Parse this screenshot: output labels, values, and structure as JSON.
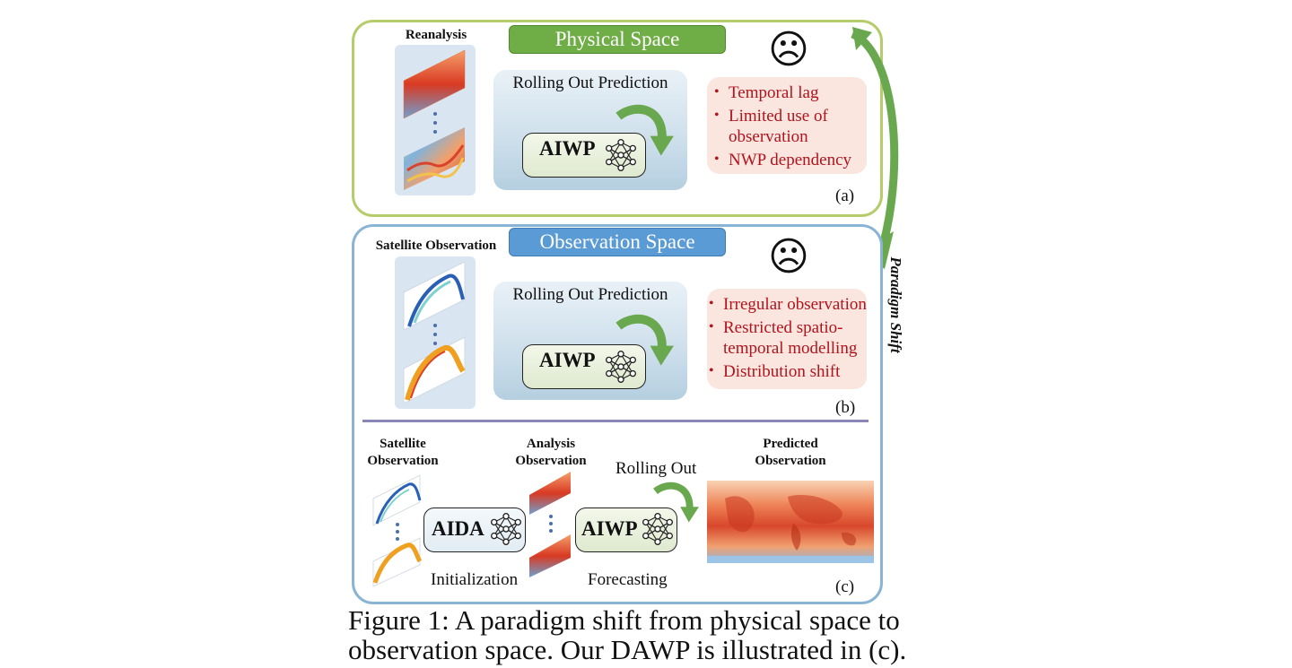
{
  "panel_a": {
    "header": "Physical Space",
    "source_label": "Reanalysis",
    "process_title": "Rolling Out Prediction",
    "model": "AIWP",
    "issues": [
      "Temporal lag",
      "Limited use of observation",
      "NWP dependency"
    ],
    "tag": "(a)"
  },
  "panel_b": {
    "header": "Observation Space",
    "source_label": "Satellite Observation",
    "process_title": "Rolling Out Prediction",
    "model": "AIWP",
    "issues": [
      "Irregular observation",
      "Restricted spatio-temporal modelling",
      "Distribution shift"
    ],
    "tag": "(b)"
  },
  "panel_c": {
    "input_label_1": "Satellite",
    "input_label_2": "Observation",
    "assim_model": "AIDA",
    "assim_step": "Initialization",
    "analysis_label_1": "Analysis",
    "analysis_label_2": "Observation",
    "rollout_label": "Rolling Out",
    "forecast_model": "AIWP",
    "forecast_step": "Forecasting",
    "output_label_1": "Predicted",
    "output_label_2": "Observation",
    "tag": "(c)"
  },
  "shift_label": "Paradigm Shift",
  "caption_line1": "Figure 1: A paradigm shift from physical space to",
  "caption_line2": "observation space. Our DAWP is illustrated in (c).",
  "colors": {
    "physical_border": "#b5cc6a",
    "physical_header": "#6fad46",
    "observation_border": "#8ab4d4",
    "observation_header": "#5b9bd5",
    "issue_text": "#b0141d",
    "shift_arrow": "#6aa84f"
  },
  "icons": [
    "frowning-face-icon",
    "neural-network-icon",
    "curved-arrow-icon"
  ]
}
